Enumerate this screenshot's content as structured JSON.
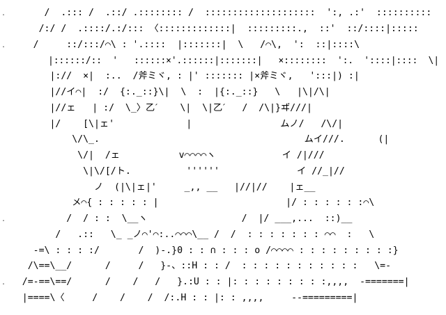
{
  "ascii_art": {
    "lines": [
      "        /  .::: /  .::/ .:::::::: /  ::::::::::::::::::::  ':, .:'  ::::::::::",
      "       /:/ /  .::::/.:/::: 〈:::::::::::::|  :::::::::.,  ::'  ::/::::|:::::",
      "      /     ::/:::/⌒\\ : '.::::  |:::::::|  \\   /⌒\\,  ':  ::|::::\\",
      "         |::::::/::  '   ::::::×'.::::::|:::::::|   ×::::::::  ':.  '::::|::::  \\|",
      "         |://  ×|  :..  /斧ミヾ, : |' ::::::: |×斧ミヾ,   ':::|) :|",
      "         |//イ⌒|  :/  {:._::}\\|  \\  :  |{:._::}   \\   |\\|/\\|",
      "         |//ェ   | :/  \\_〉乙ˊ    \\|  \\|乙ˊ   /  /\\|}ヸ///|",
      "         |/    [\\|ェ'             |                ムノ/   /\\/|",
      "             \\/\\_.                                     ムイ///.      (|",
      "              \\/|  /ェ         　v⌒⌒⌒⌒ヽ            イ /|///",
      "               \\|\\/[/ト.          ''''''              イ //_|//",
      "                 ノ  (|\\|ェ|'     _,, __   |//|//    |ェ__",
      "             メ⌒{ : : : : : |                       |/ : : : : : :⌒\\",
      "            /  / : :  \\__ヽ                 /  |/ ___,...  ::)__",
      "          /   .::   \\_ _ノ⌒'⌒:..⌒⌒⌒\\__ /  /  : : : : : : : ⌒⌒  :   \\",
      "      -=\\ : : : :/       /  )-.}0 : : ∩ : : : o /⌒⌒⌒⌒ : : : : : : : : :}",
      "     /\\==\\__/      /     /   }-、::H : : /  : : : : : : : : : : :   \\=-",
      "    /=-==\\==/      /    /   /   }.:U : : |: : : : : : : : :,,,,  -=======|",
      "    |====\\〈     /    /    /  /:.H : : |: : ,,,,     --=========|"
    ],
    "edge_marks": [
      ".",
      ".",
      ".",
      "."
    ]
  }
}
